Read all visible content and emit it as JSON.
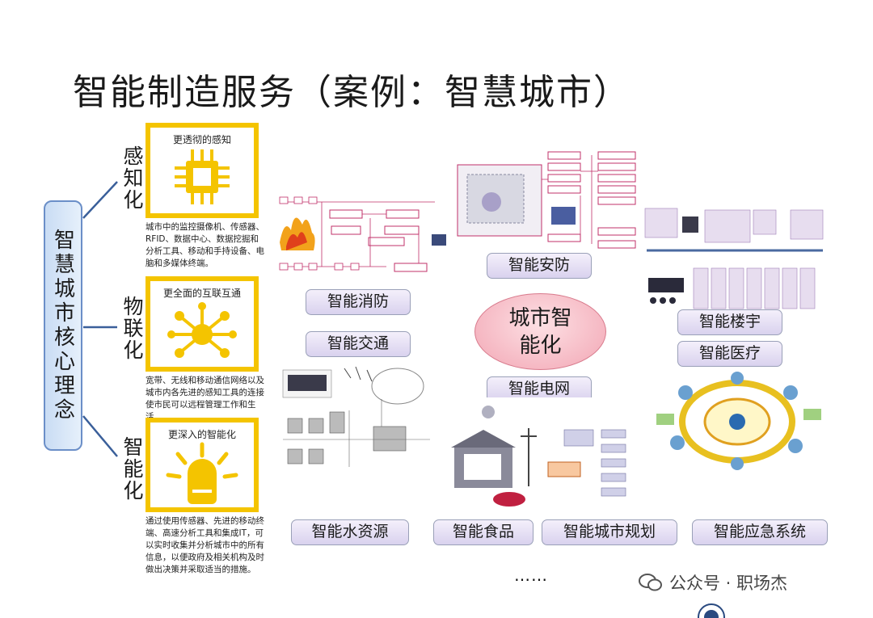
{
  "title": "智能制造服务（案例：智慧城市）",
  "core": {
    "label": "智慧城市核心理念"
  },
  "branches": [
    {
      "label": "感知化",
      "card_title": "更透彻的感知",
      "icon": "chip-icon",
      "description": "城市中的监控摄像机、传感器、RFID、数据中心、数据挖掘和分析工具、移动和手持设备、电脑和多媒体终端。"
    },
    {
      "label": "物联化",
      "card_title": "更全面的互联互通",
      "icon": "network-hub-icon",
      "description": "宽带、无线和移动通信网络以及城市内各先进的感知工具的连接使市民可以远程管理工作和生活。"
    },
    {
      "label": "智能化",
      "card_title": "更深入的智能化",
      "icon": "lightbulb-icon",
      "description": "通过使用传感器、先进的移动终端、高速分析工具和集成IT，可以实时收集并分析城市中的所有信息，以便政府及相关机构及时做出决策并采取适当的措施。"
    }
  ],
  "center": {
    "line1": "城市智",
    "line2": "能化"
  },
  "categories": {
    "fire": "智能消防",
    "security": "智能安防",
    "building": "智能楼宇",
    "traffic": "智能交通",
    "medical": "智能医疗",
    "grid": "智能电网",
    "water": "智能水资源",
    "food": "智能食品",
    "planning": "智能城市规划",
    "emergency": "智能应急系统"
  },
  "more": "……",
  "watermark": "公众号 · 职场杰",
  "colors": {
    "yellow": "#f4c400",
    "core_border": "#6b8fc8",
    "connector": "#3a5f9a",
    "ellipse": "#f2a6b4"
  }
}
